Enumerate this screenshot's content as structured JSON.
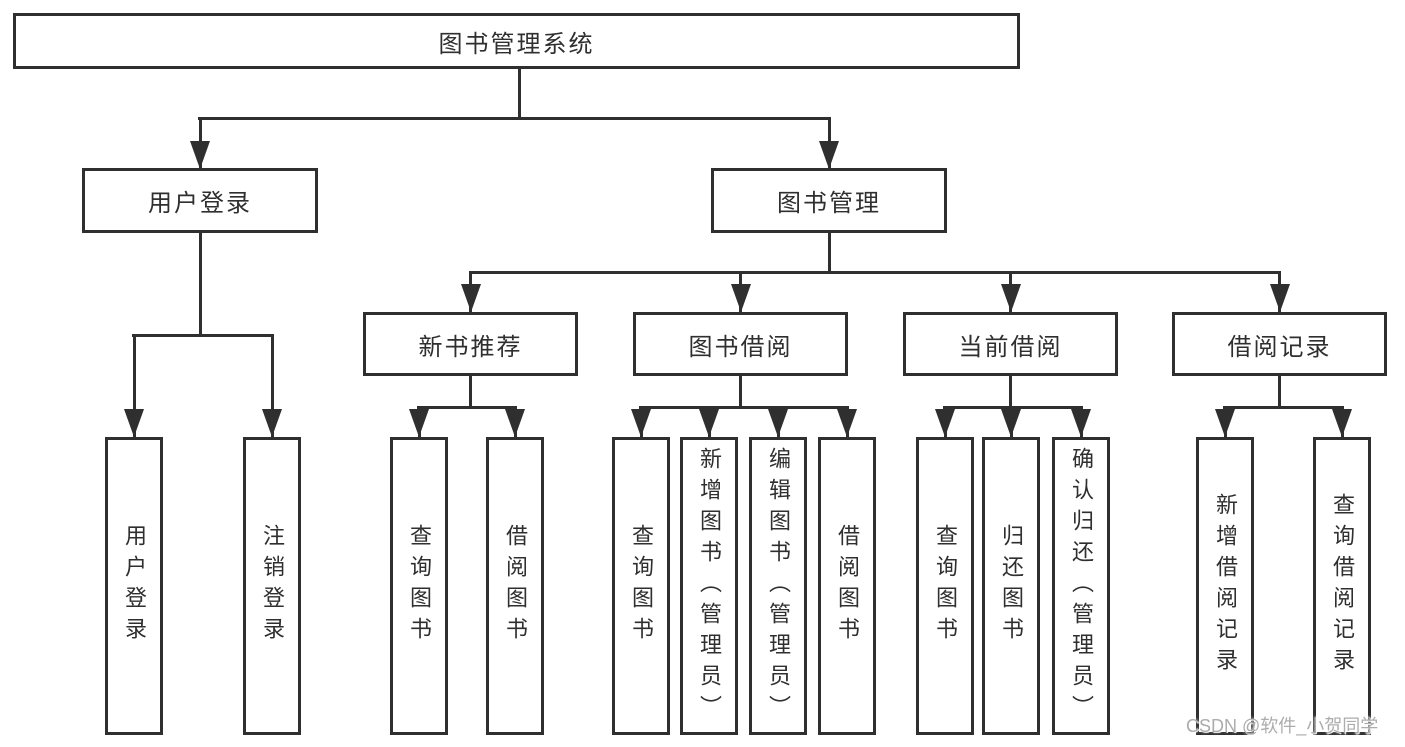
{
  "diagram": {
    "root": "图书管理系统",
    "level2": {
      "user_login": "用户登录",
      "book_management": "图书管理"
    },
    "level3": {
      "new_books": "新书推荐",
      "borrowing": "图书借阅",
      "current": "当前借阅",
      "records": "借阅记录"
    },
    "leaves": {
      "user_login": [
        "用户登录",
        "注销登录"
      ],
      "new_books": [
        "查询图书",
        "借阅图书"
      ],
      "borrowing": [
        "查询图书",
        "新增图书（管理员）",
        "编辑图书（管理员）",
        "借阅图书"
      ],
      "current": [
        "查询图书",
        "归还图书",
        "确认归还（管理员）"
      ],
      "records": [
        "新增借阅记录",
        "查询借阅记录"
      ]
    }
  },
  "watermark": "CSDN @软件_小贺同学",
  "colors": {
    "line": "#2f2f2f",
    "text": "#2f2f2f",
    "watermark": "#acacac",
    "background": "#ffffff"
  }
}
